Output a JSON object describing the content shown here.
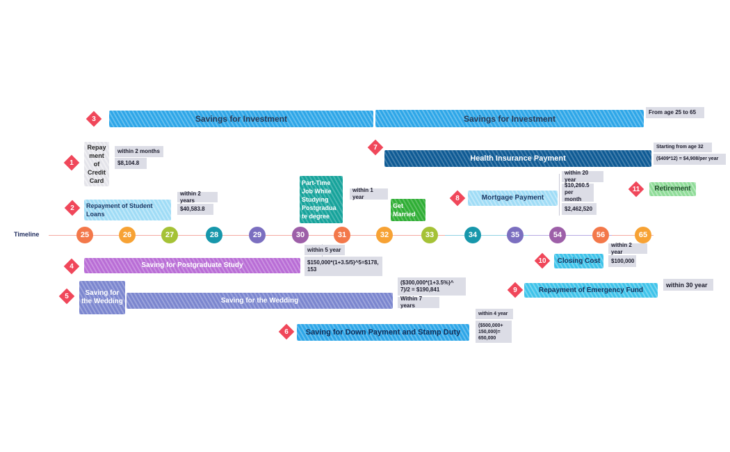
{
  "timeline": {
    "label": "Timeline",
    "ages": [
      {
        "age": "25",
        "color": "#f3784a"
      },
      {
        "age": "26",
        "color": "#f7a234"
      },
      {
        "age": "27",
        "color": "#a5c236"
      },
      {
        "age": "28",
        "color": "#1797ab"
      },
      {
        "age": "29",
        "color": "#7b6fc0"
      },
      {
        "age": "30",
        "color": "#9d5fa8"
      },
      {
        "age": "31",
        "color": "#f3784a"
      },
      {
        "age": "32",
        "color": "#f7a234"
      },
      {
        "age": "33",
        "color": "#a5c236"
      },
      {
        "age": "34",
        "color": "#1797ab"
      },
      {
        "age": "35",
        "color": "#7b6fc0"
      },
      {
        "age": "54",
        "color": "#9d5fa8"
      },
      {
        "age": "56",
        "color": "#f3784a"
      },
      {
        "age": "65",
        "color": "#f7a234"
      }
    ]
  },
  "markers": [
    "1",
    "2",
    "3",
    "4",
    "5",
    "6",
    "7",
    "8",
    "9",
    "10",
    "11"
  ],
  "items": {
    "credit_card": {
      "title": "Repay ment of Credit Card",
      "period": "within 2 months",
      "amount": "$8,104.8"
    },
    "student_loans": {
      "title": "Repayment of Student Loans",
      "period": "within 2 years",
      "amount": "$40,583.8"
    },
    "investment": {
      "title_left": "Savings for Investment",
      "title_right": "Savings for Investment",
      "period": "From age 25 to 65"
    },
    "postgrad": {
      "title": "Saving for Postgraduate Study",
      "period": "within 5 year",
      "formula": "$150,000*(1+3.5/5)^5=$178, 153"
    },
    "wedding": {
      "title_box": "Saving for the Wedding",
      "title_bar": "Saving for the Wedding",
      "formula": "($300,000*(1+3.5%)^ 7)/2 = $190,841",
      "period": "Within 7 years"
    },
    "down_payment": {
      "title": "Saving for Down Payment and Stamp Duty",
      "period": "within 4 year",
      "formula": "($500,000+ 150,000)= 650,000"
    },
    "health": {
      "title": "Health Insurance Payment",
      "period": "Starting from age 32",
      "formula": "($409*12) = $4,908/per year"
    },
    "mortgage": {
      "title": "Mortgage Payment",
      "period": "within 20 year",
      "monthly": "$10,260.5 per month",
      "total": "$2,462,520"
    },
    "emergency": {
      "title": "Repayment of Emergency Fund",
      "period": "within 30 year"
    },
    "closing": {
      "title": "Closing Cost",
      "period": "within 2 year",
      "amount": "$100,000"
    },
    "retirement": {
      "title": "Retirement"
    },
    "part_time": {
      "title": "Part-Time Job While Studying Postgradua te degree",
      "period": "within 1 year"
    },
    "married": {
      "title": "Get Married"
    }
  }
}
